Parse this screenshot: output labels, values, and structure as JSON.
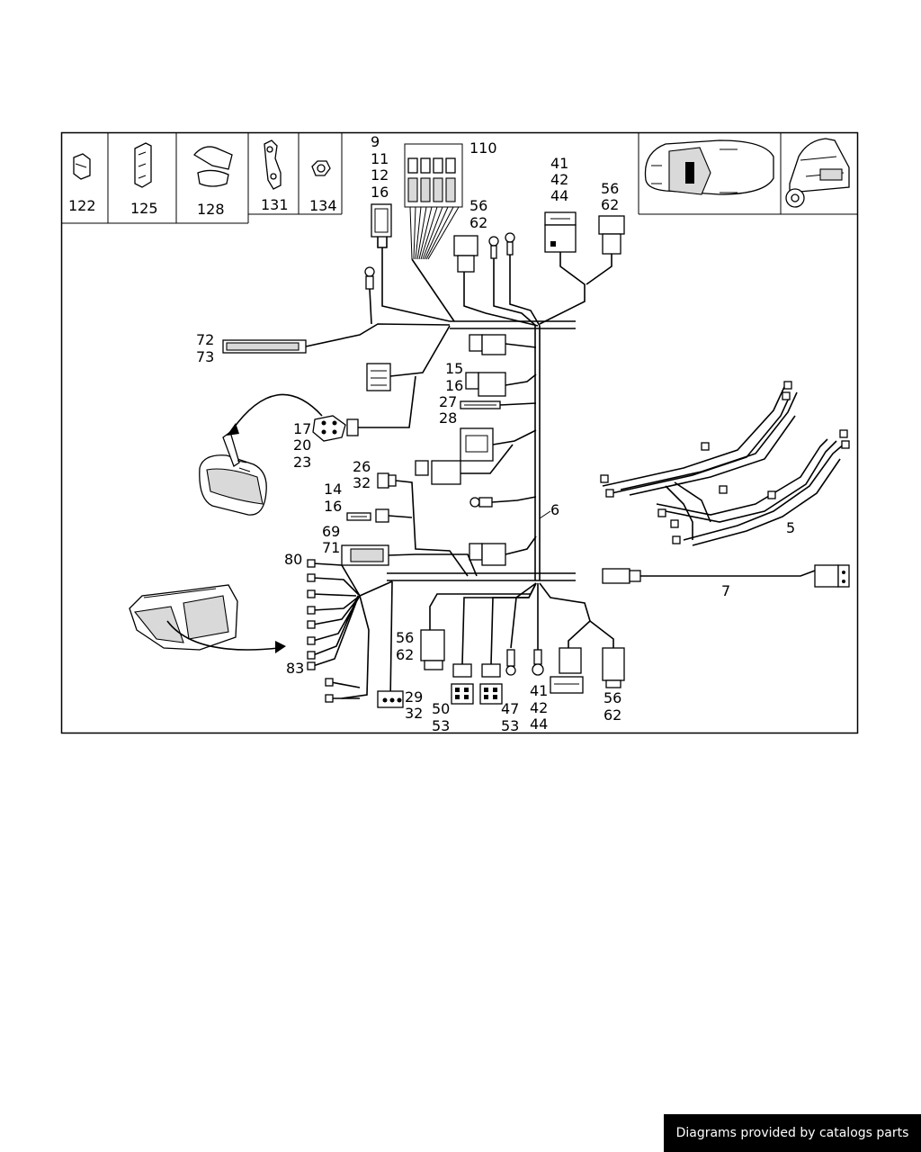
{
  "callouts": {
    "c122": "122",
    "c125": "125",
    "c128": "128",
    "c131": "131",
    "c134": "134",
    "c110": "110",
    "c9": "9",
    "c11": "11",
    "c12": "12",
    "c16a": "16",
    "c56a": "56",
    "c62a": "62",
    "c41a": "41",
    "c42a": "42",
    "c44a": "44",
    "c56b": "56",
    "c62b": "62",
    "c72": "72",
    "c73": "73",
    "c15": "15",
    "c16b": "16",
    "c27": "27",
    "c28": "28",
    "c17": "17",
    "c20": "20",
    "c23": "23",
    "c26": "26",
    "c32a": "32",
    "c14": "14",
    "c16c": "16",
    "c6": "6",
    "c69": "69",
    "c71": "71",
    "c80": "80",
    "c83": "83",
    "c5": "5",
    "c7": "7",
    "c56c": "56",
    "c62c": "62",
    "c29": "29",
    "c32b": "32",
    "c50": "50",
    "c53a": "53",
    "c47": "47",
    "c53b": "53",
    "c41b": "41",
    "c42b": "42",
    "c44b": "44",
    "c56d": "56",
    "c62d": "62"
  },
  "footer": {
    "credit": "Diagrams provided by catalogs parts"
  }
}
